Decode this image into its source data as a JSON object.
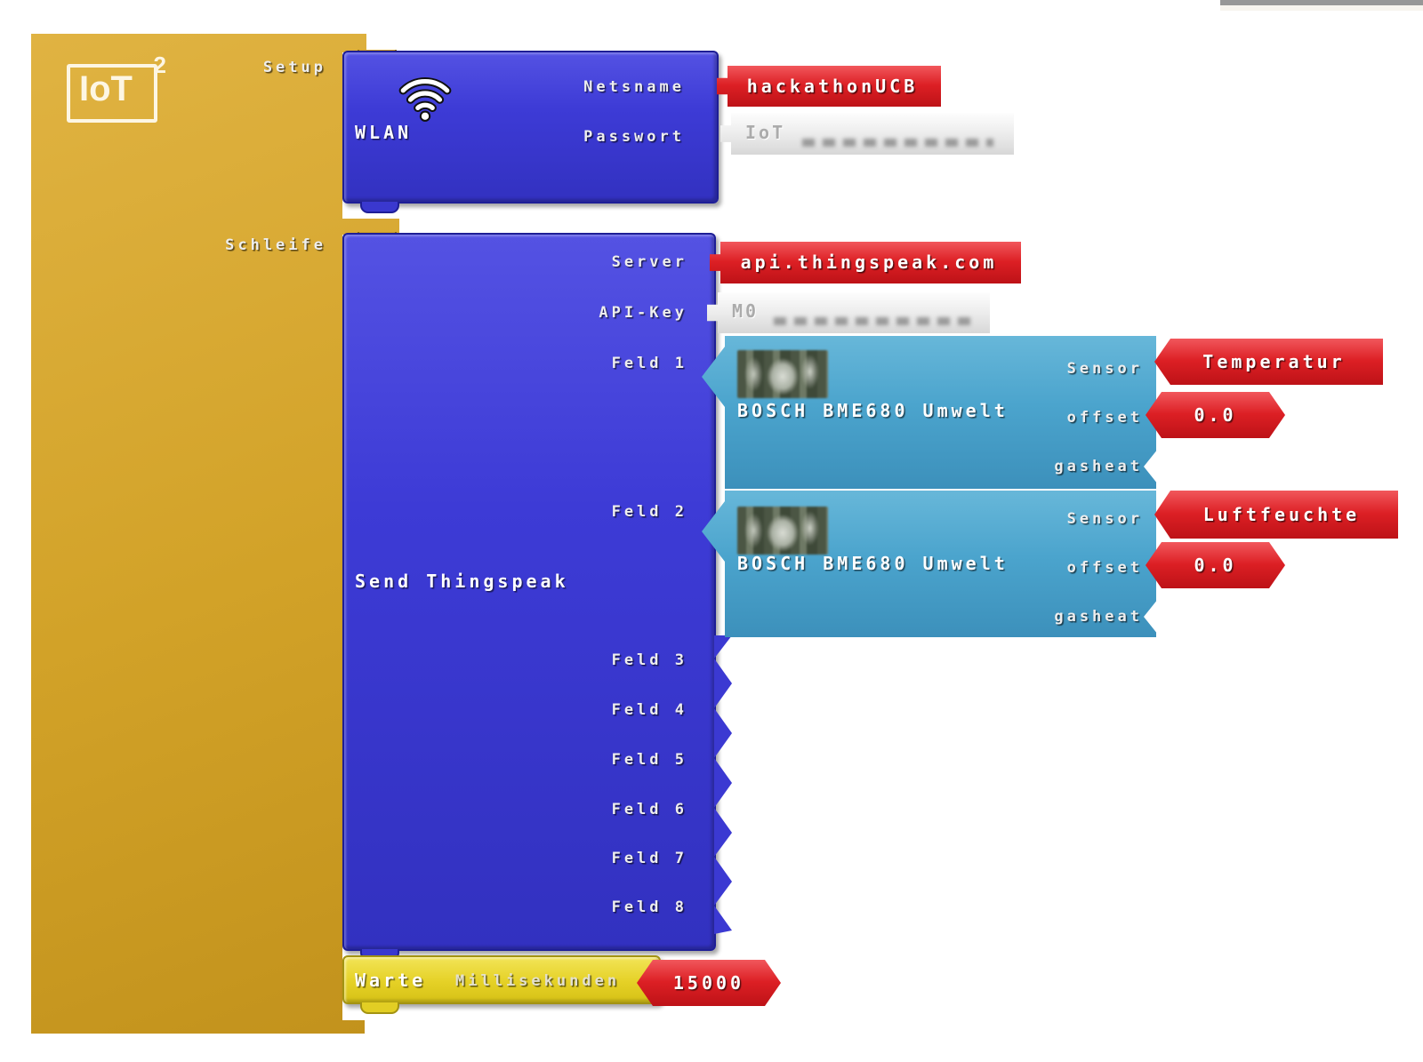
{
  "palette": {
    "gold": "#D2A228",
    "blue": "#3D3BD6",
    "cyan": "#4BA4CD",
    "red": "#DC1F24",
    "yellow": "#E5D126",
    "grey_input": "#ECECEC",
    "canvas_bg": "#FFFFFF"
  },
  "root_block": {
    "logo_text": "IoT",
    "logo_sup": "2",
    "setup_label": "Setup",
    "loop_label": "Schleife"
  },
  "wlan_block": {
    "title": "WLAN",
    "icon": "wifi-icon",
    "netsname_label": "Netsname",
    "netsname_value": "hackathonUCB",
    "passwort_label": "Passwort",
    "passwort_value": "IoT"
  },
  "send_block": {
    "title": "Send Thingspeak",
    "server_label": "Server",
    "server_value": "api.thingspeak.com",
    "apikey_label": "API-Key",
    "apikey_value": "M0",
    "field_labels": [
      "Feld 1",
      "Feld 2",
      "Feld 3",
      "Feld 4",
      "Feld 5",
      "Feld 6",
      "Feld 7",
      "Feld 8"
    ]
  },
  "sensor_blocks": [
    {
      "title": "BOSCH BME680 Umwelt",
      "icon": "bme680-photo",
      "sensor_label": "Sensor",
      "sensor_value": "Temperatur",
      "offset_label": "offset",
      "offset_value": "0.0",
      "gasheat_label": "gasheat"
    },
    {
      "title": "BOSCH BME680 Umwelt",
      "icon": "bme680-photo",
      "sensor_label": "Sensor",
      "sensor_value": "Luftfeuchte",
      "offset_label": "offset",
      "offset_value": "0.0",
      "gasheat_label": "gasheat"
    }
  ],
  "wait_block": {
    "title": "Warte",
    "unit_label": "Millisekunden",
    "value": "15000"
  }
}
